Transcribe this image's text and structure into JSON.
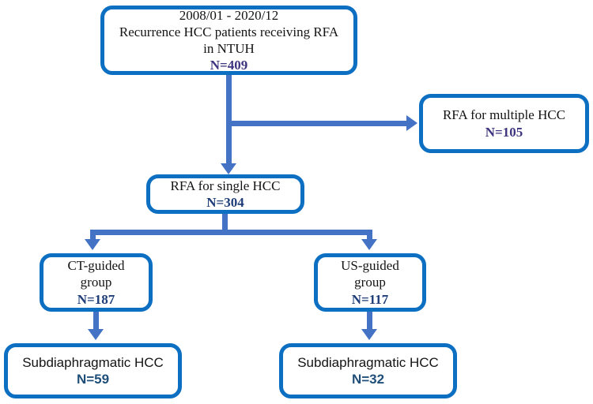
{
  "colors": {
    "box_border": "#0d6fc1",
    "connector": "#4472c4",
    "body_text": "#141414",
    "n_purple": "#3d3480",
    "n_navy": "#1f3d78",
    "n_steel_navy": "#1f4e79",
    "background": "#ffffff"
  },
  "flowchart": {
    "nodes": {
      "enrollment": {
        "line1": "2008/01 - 2020/12",
        "line2": "Recurrence HCC patients receiving RFA",
        "line3": "in NTUH",
        "n": "N=409"
      },
      "multiple": {
        "label": "RFA for multiple HCC",
        "n": "N=105"
      },
      "single": {
        "label": "RFA for single HCC",
        "n": "N=304"
      },
      "ct_group": {
        "line1": "CT-guided",
        "line2": "group",
        "n": "N=187"
      },
      "us_group": {
        "line1": "US-guided",
        "line2": "group",
        "n": "N=117"
      },
      "ct_subdiaphragmatic": {
        "label": "Subdiaphragmatic HCC",
        "n": "N=59"
      },
      "us_subdiaphragmatic": {
        "label": "Subdiaphragmatic HCC",
        "n": "N=32"
      }
    }
  }
}
